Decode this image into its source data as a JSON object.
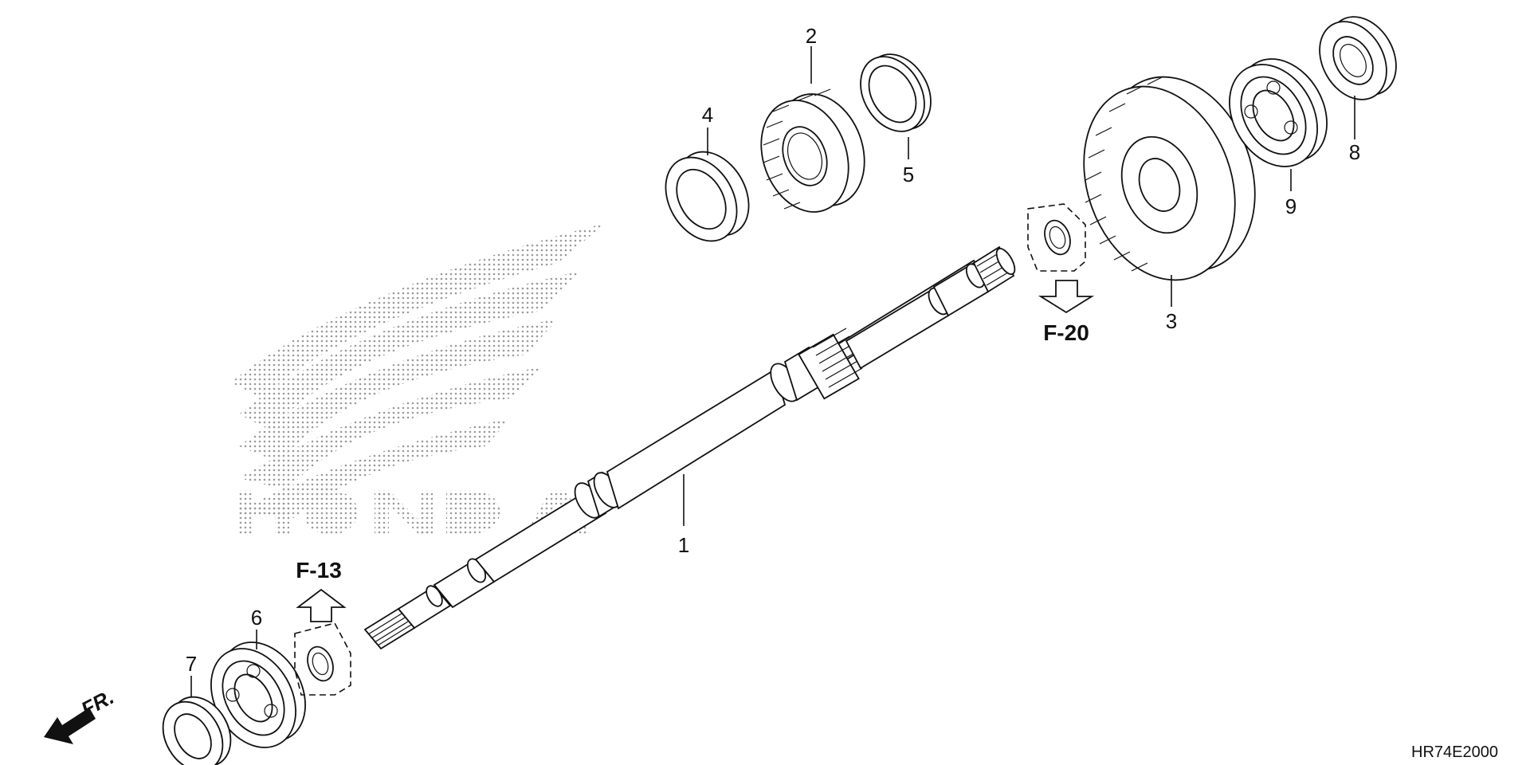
{
  "diagram": {
    "watermark_brand": "HONDA",
    "callouts": [
      "1",
      "2",
      "3",
      "4",
      "5",
      "6",
      "7",
      "8",
      "9"
    ],
    "references": {
      "upper": "F-20",
      "lower": "F-13"
    },
    "direction_label": "FR.",
    "diagram_code": "HR74E2000"
  }
}
